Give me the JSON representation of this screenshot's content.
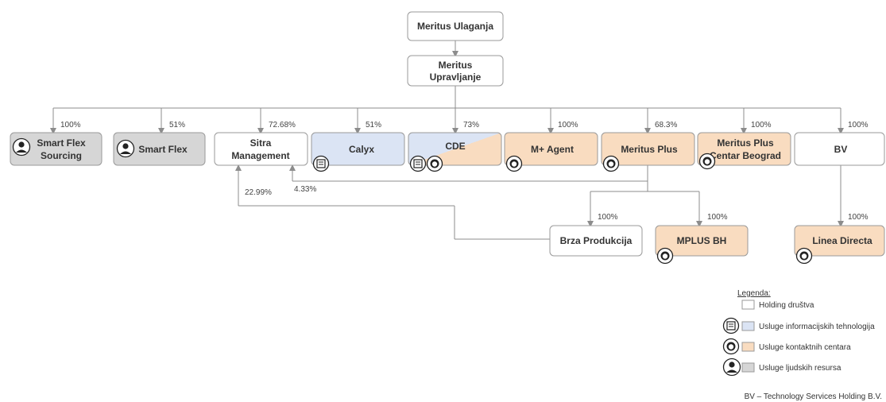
{
  "colors": {
    "holding": "#ffffff",
    "it": "#dbe4f4",
    "contact": "#f9dcc0",
    "hr": "#d6d6d6",
    "border": "#9a9a9a",
    "line": "#8c8c8c"
  },
  "nodes": {
    "meritus_ulaganja": "Meritus Ulaganja",
    "meritus_upravljanje_l1": "Meritus",
    "meritus_upravljanje_l2": "Upravljanje",
    "smart_flex_sourcing_l1": "Smart Flex",
    "smart_flex_sourcing_l2": "Sourcing",
    "smart_flex": "Smart Flex",
    "sitra_l1": "Sitra",
    "sitra_l2": "Management",
    "calyx": "Calyx",
    "cde": "CDE",
    "m_agent": "M+ Agent",
    "meritus_plus": "Meritus Plus",
    "mp_beograd_l1": "Meritus Plus",
    "mp_beograd_l2": "Centar Beograd",
    "bv": "BV",
    "brza": "Brza Produkcija",
    "mplus_bh": "MPLUS BH",
    "linea": "Linea Directa"
  },
  "ownership": {
    "smart_flex_sourcing": "100%",
    "smart_flex": "51%",
    "sitra": "72.68%",
    "calyx": "51%",
    "cde": "73%",
    "m_agent": "100%",
    "meritus_plus": "68.3%",
    "mp_beograd": "100%",
    "bv": "100%",
    "sitra_from_brza": "22.99%",
    "sitra_from_mp": "4.33%",
    "brza": "100%",
    "mplus_bh": "100%",
    "linea": "100%"
  },
  "legend": {
    "title": "Legenda:",
    "holding": "Holding društva",
    "it": "Usluge informacijskih tehnologija",
    "contact": "Usluge kontaktnih centara",
    "hr": "Usluge ljudskih resursa"
  },
  "icons": [
    "it-service-icon",
    "contact-center-icon",
    "hr-person-icon"
  ],
  "footer": "BV – Technology Services Holding B.V."
}
